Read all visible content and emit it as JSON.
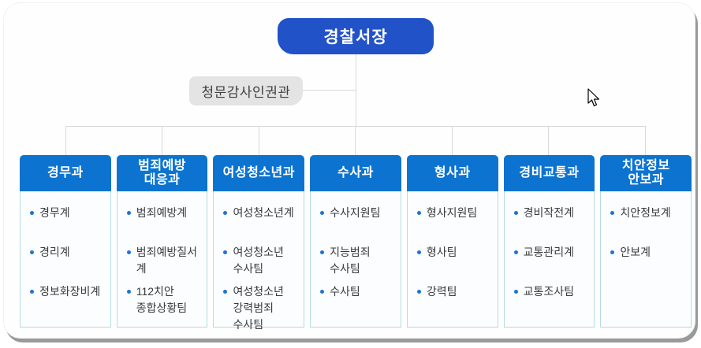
{
  "chart": {
    "root": {
      "label": "경찰서장"
    },
    "staff_box": {
      "label": "청문감사인권관"
    },
    "departments": [
      {
        "title": "경무과",
        "items": [
          "경무계",
          "경리계",
          "정보화장비계"
        ]
      },
      {
        "title": "범죄예방\n대응과",
        "items": [
          "범죄예방계",
          "범죄예방질서계",
          "112치안\n종합상황팀"
        ]
      },
      {
        "title": "여성청소년과",
        "items": [
          "여성청소년계",
          "여성청소년\n수사팀",
          "여성청소년\n강력범죄\n수사팀"
        ]
      },
      {
        "title": "수사과",
        "items": [
          "수사지원팀",
          "지능범죄\n수사팀",
          "수사팀"
        ]
      },
      {
        "title": "형사과",
        "items": [
          "형사지원팀",
          "형사팀",
          "강력팀"
        ]
      },
      {
        "title": "경비교통과",
        "items": [
          "경비작전계",
          "교통관리계",
          "교통조사팀"
        ]
      },
      {
        "title": "치안정보\n안보과",
        "items": [
          "치안정보계",
          "안보계"
        ]
      }
    ]
  },
  "colors": {
    "root_box": "#2152c8",
    "staff_box": "#e4e4e4",
    "dept_header": "#0c74d0",
    "body_border": "#b5dce2",
    "bullet": "#1b74d2",
    "line": "#d9d9d9",
    "shadow": "#9a9a9a"
  }
}
